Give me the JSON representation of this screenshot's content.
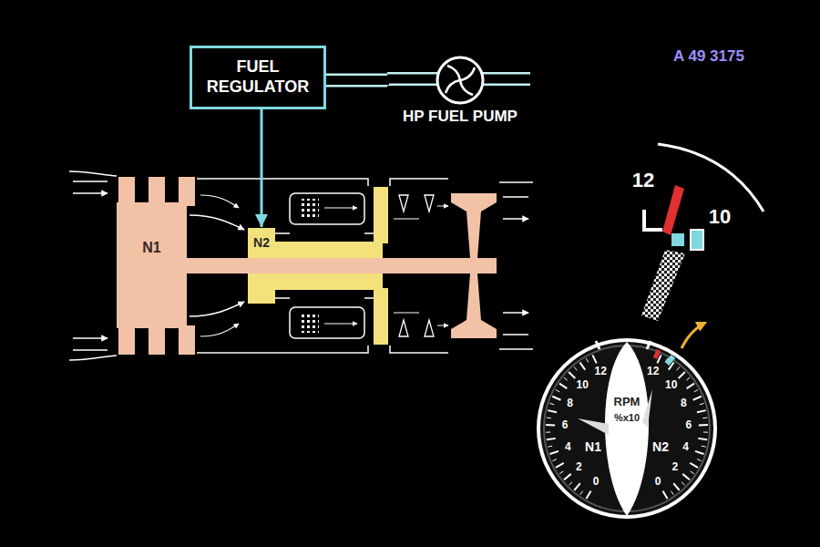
{
  "diagram": {
    "nodes": [
      {
        "text": [
          "FUEL REGULATOR"
        ]
      },
      {
        "text": [
          "HP FUEL PUMP"
        ]
      },
      {
        "text": [
          "N1"
        ]
      },
      {
        "text": [
          "N2"
        ]
      }
    ],
    "edges": [
      {
        "from": 1,
        "to": 0,
        "arrow": "none"
      },
      {
        "from": 0,
        "to": 3,
        "arrow": "to"
      }
    ],
    "labels": [
      "A 49 3175",
      "12",
      "10",
      "12",
      "10",
      "8",
      "6",
      "4",
      "2",
      "0",
      "12",
      "10",
      "8",
      "6",
      "4",
      "2",
      "0",
      "RPM",
      "%x10",
      "N1",
      "N2"
    ]
  }
}
